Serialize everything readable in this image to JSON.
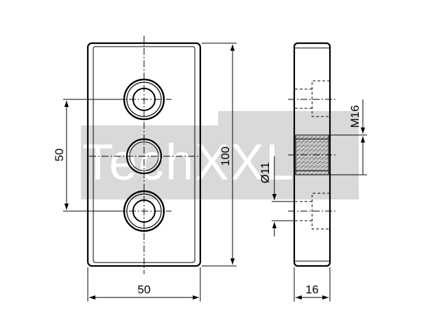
{
  "watermark": {
    "text": "TechXXL",
    "color": "#d9d9d9"
  },
  "dimensions": {
    "hole_spacing": "50",
    "width": "50",
    "height": "100",
    "thread": "M16",
    "counterbore": "Ø11",
    "thickness": "16"
  },
  "colors": {
    "line": "#000000",
    "thread_fill": "#b0b0b0"
  }
}
